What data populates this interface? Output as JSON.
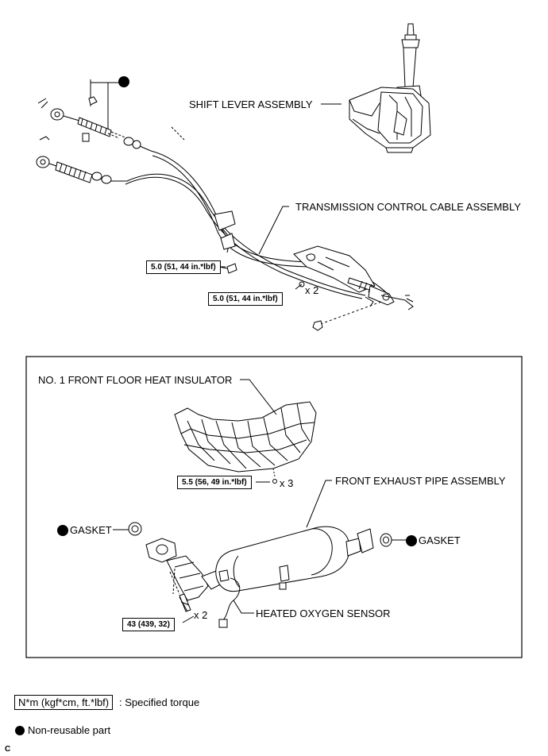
{
  "labels": {
    "shift_lever": "SHIFT LEVER ASSEMBLY",
    "transmission_cable": "TRANSMISSION CONTROL CABLE ASSEMBLY",
    "heat_insulator": "NO. 1 FRONT FLOOR HEAT INSULATOR",
    "exhaust_pipe": "FRONT EXHAUST PIPE ASSEMBLY",
    "gasket_left": "GASKET",
    "gasket_right": "GASKET",
    "oxygen_sensor": "HEATED OXYGEN SENSOR"
  },
  "torques": {
    "cable_bolt": "5.0 (51, 44 in.*lbf)",
    "cable_nut": "5.0 (51, 44 in.*lbf)",
    "insulator": "5.5 (56, 49 in.*lbf)",
    "exhaust_bolt": "43 (439, 32)"
  },
  "quantities": {
    "cable_nut": "x 2",
    "insulator": "x 3",
    "exhaust_bolt": "x 2"
  },
  "legend": {
    "torque_box": "N*m (kgf*cm, ft.*lbf)",
    "torque_text": ": Specified torque",
    "nonreusable_text": "Non-reusable part"
  },
  "corner_code": "C"
}
